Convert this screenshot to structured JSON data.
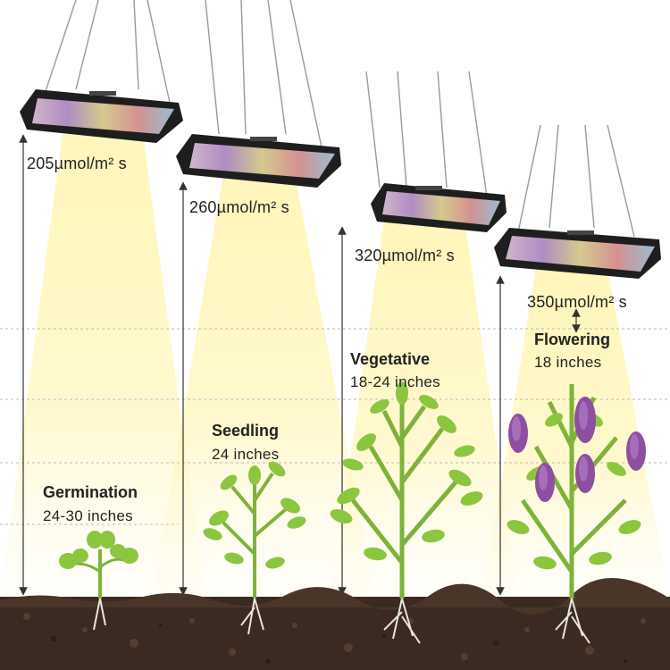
{
  "stages": [
    {
      "name": "Germination",
      "distance": "24-30 inches",
      "ppfd": "205µmol/m² s"
    },
    {
      "name": "Seedling",
      "distance": "24 inches",
      "ppfd": "260µmol/m² s"
    },
    {
      "name": "Vegetative",
      "distance": "18-24 inches",
      "ppfd": "320µmol/m² s"
    },
    {
      "name": "Flowering",
      "distance": "18 inches",
      "ppfd": "350µmol/m² s"
    }
  ],
  "colors": {
    "light_beam": "#fff3a8",
    "light_fixture": "#1e1e1e",
    "leaf": "#8cc63f",
    "stem": "#7fb23a",
    "flower": "#8e4fa3",
    "soil": "#3a2a22",
    "arrow": "#333333",
    "guide_line": "#bbbbbb"
  }
}
